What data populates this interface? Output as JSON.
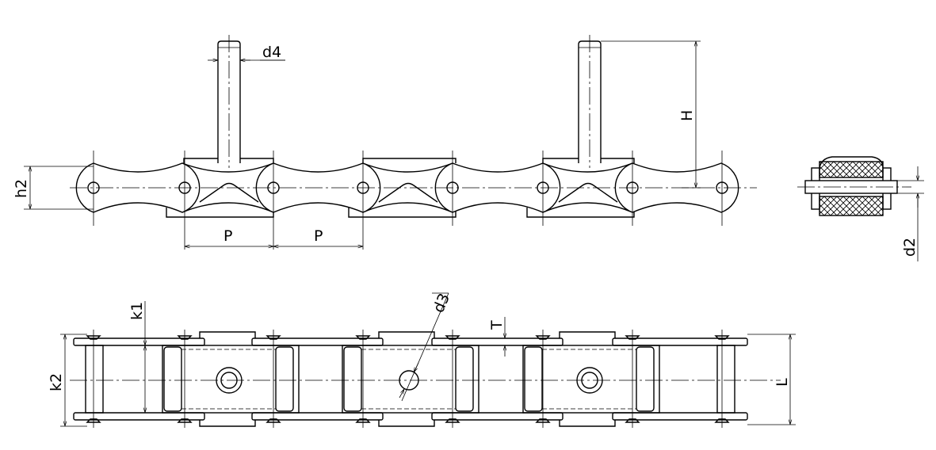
{
  "labels": {
    "pitch_1": "P",
    "pitch_2": "P",
    "height": "H",
    "pin_diameter": "d4",
    "plate_height": "h2",
    "roller_diameter": "d2",
    "hole_diameter": "d3",
    "offset": "k1",
    "width_inner": "k2",
    "thickness": "T",
    "length": "L"
  }
}
